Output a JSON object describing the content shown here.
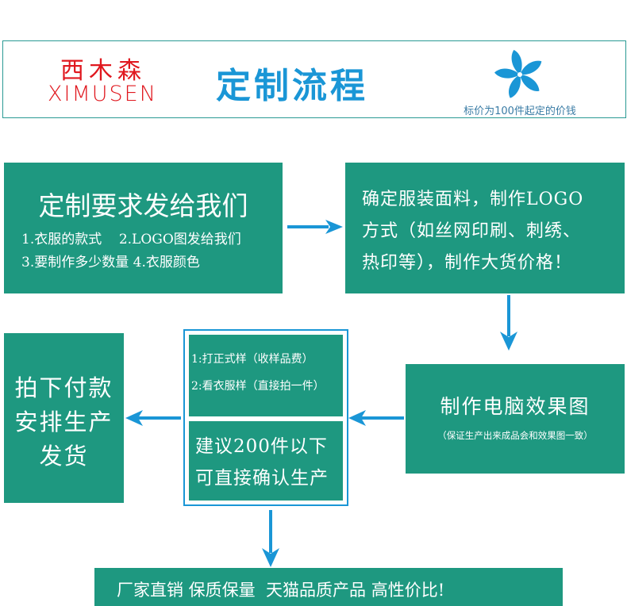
{
  "header": {
    "brand_cn": "西木森",
    "brand_en": "XIMUSEN",
    "title": "定制流程",
    "price_note": "标价为100件起定的价钱",
    "logo_icon": "flower-icon"
  },
  "colors": {
    "box_fill": "#1e9880",
    "arrow": "#1a96d6",
    "title": "#1a96d6",
    "brand": "#e0181f"
  },
  "steps": {
    "send_requirements": {
      "title": "定制要求发给我们",
      "line1": "1.衣服的款式    2.LOGO图发给我们",
      "line2": "3.要制作多少数量 4.衣服颜色"
    },
    "confirm_fabric": {
      "lines": [
        "确定服装面料，制作LOGO",
        "方式（如丝网印刷、刺绣、",
        "热印等），制作大货价格！"
      ]
    },
    "render": {
      "title": "制作电脑效果图",
      "subtitle": "（保证生产出来成品会和效果图一致）"
    },
    "sample": {
      "line1": "1:打正式样（收样品费）",
      "line2": "2:看衣服样（直接拍一件）"
    },
    "small_order": {
      "lines": [
        "建议200件以下",
        "可直接确认生产"
      ]
    },
    "payment": {
      "lines": [
        "拍下付款",
        "安排生产",
        "发货"
      ]
    }
  },
  "footer": {
    "text": "厂家直销 保质保量  天猫品质产品 高性价比!"
  }
}
